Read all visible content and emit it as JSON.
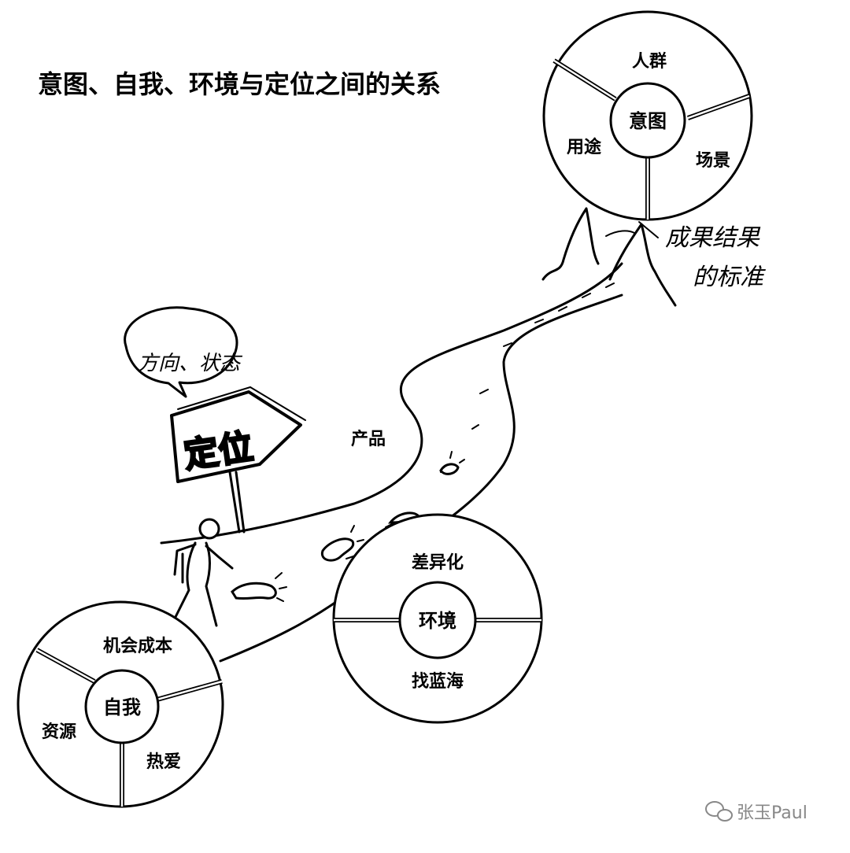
{
  "title": "意图、自我、环境与定位之间的关系",
  "circles": {
    "intent": {
      "center": "意图",
      "segments": [
        "人群",
        "用途",
        "场景"
      ]
    },
    "self": {
      "center": "自我",
      "segments": [
        "机会成本",
        "资源",
        "热爱"
      ]
    },
    "environment": {
      "center": "环境",
      "top": "差异化",
      "bottom": "找蓝海"
    }
  },
  "road_label": "产品",
  "sign_text": "定位",
  "speech_bubble": "方向、状态",
  "summit_note_line1": "成果结果",
  "summit_note_line2": "的标准",
  "watermark": "张玉Paul",
  "icons": {
    "walker": "walking-person-icon",
    "footprint": "footprint-icon",
    "mountain": "mountain-peak-icon",
    "wechat": "wechat-icon"
  },
  "colors": {
    "ink": "#000000",
    "background": "#ffffff",
    "watermark": "#888888"
  }
}
